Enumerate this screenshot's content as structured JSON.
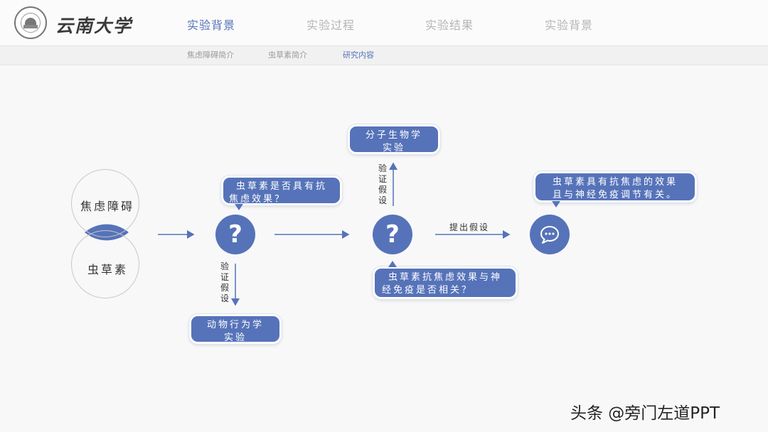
{
  "header": {
    "university_name": "云南大学",
    "nav_tabs": [
      {
        "label": "实验背景",
        "active": true
      },
      {
        "label": "实验过程",
        "active": false
      },
      {
        "label": "实验结果",
        "active": false
      },
      {
        "label": "实验背景",
        "active": false
      }
    ],
    "sub_tabs": [
      {
        "label": "焦虑障碍简介",
        "active": false
      },
      {
        "label": "虫草素简介",
        "active": false
      },
      {
        "label": "研究内容",
        "active": true
      }
    ]
  },
  "diagram": {
    "venn": {
      "top_label": "焦虑障碍",
      "bottom_label": "虫草素"
    },
    "question1": {
      "symbol": "?",
      "bubble_line1": "虫草素是否具有抗",
      "bubble_line2": "焦虑效果？"
    },
    "hypothesis_down": {
      "label_chars": [
        "验",
        "证",
        "假",
        "设"
      ],
      "result_line1": "动物行为学",
      "result_line2": "实验"
    },
    "question2": {
      "symbol": "?",
      "bubble_line1": "虫草素抗焦虑效果与神",
      "bubble_line2": "经免疫是否相关？"
    },
    "hypothesis_up": {
      "label_chars": [
        "验",
        "证",
        "假",
        "设"
      ],
      "result_line1": "分子生物学",
      "result_line2": "实验"
    },
    "propose": {
      "label": "提出假设"
    },
    "conclusion": {
      "bubble_line1": "虫草素具有抗焦虑的效果",
      "bubble_line2": "且与神经免疫调节有关。"
    }
  },
  "watermark": "头条 @旁门左道PPT",
  "colors": {
    "accent": "#5673b9",
    "nav_active": "#5572b8",
    "nav_inactive": "#b5b5b5"
  }
}
